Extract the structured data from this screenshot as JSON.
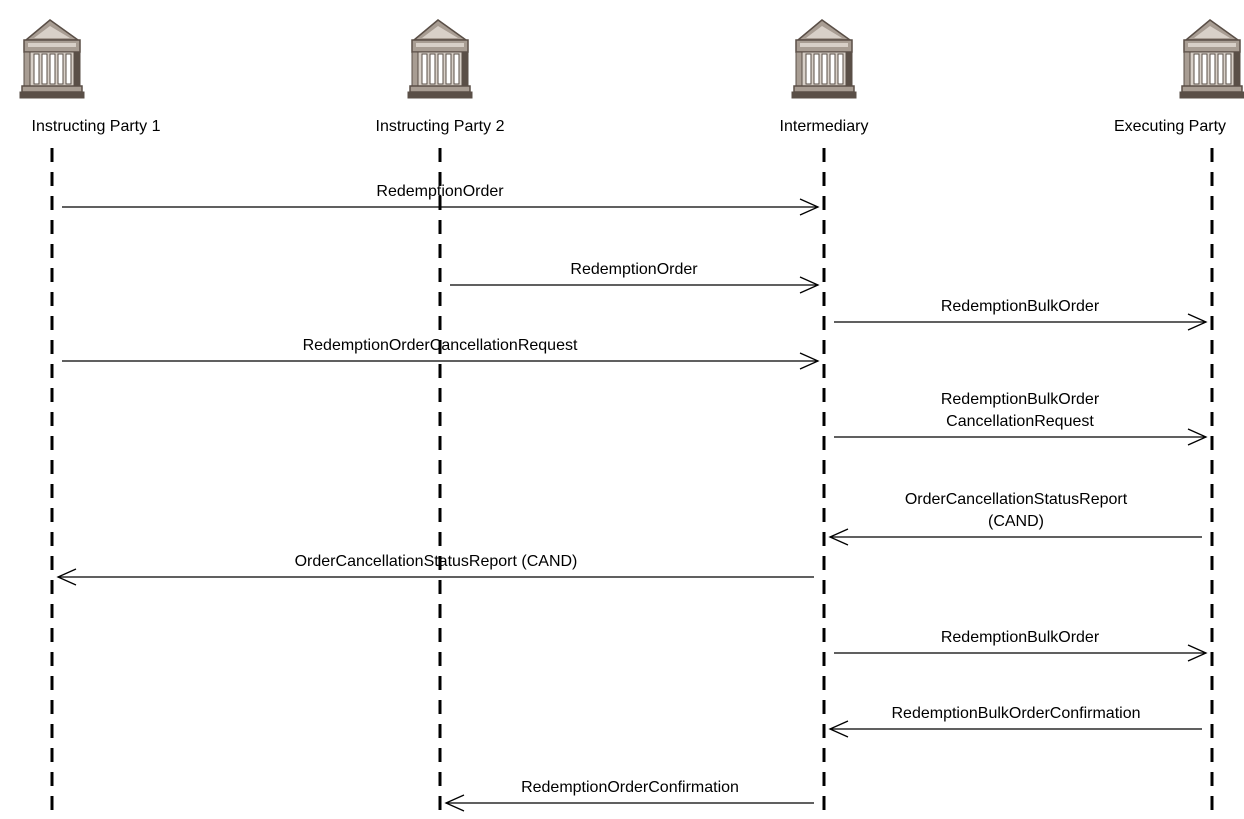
{
  "participants": [
    {
      "id": "ip1",
      "label": "Instructing Party 1",
      "icon": "bank-building-icon"
    },
    {
      "id": "ip2",
      "label": "Instructing Party 2",
      "icon": "bank-building-icon"
    },
    {
      "id": "int",
      "label": "Intermediary",
      "icon": "bank-building-icon"
    },
    {
      "id": "ep",
      "label": "Executing Party",
      "icon": "bank-building-icon"
    }
  ],
  "messages": [
    {
      "from": "ip1",
      "to": "int",
      "lines": [
        "RedemptionOrder"
      ]
    },
    {
      "from": "ip2",
      "to": "int",
      "lines": [
        "RedemptionOrder"
      ]
    },
    {
      "from": "int",
      "to": "ep",
      "lines": [
        "RedemptionBulkOrder"
      ]
    },
    {
      "from": "ip1",
      "to": "int",
      "lines": [
        "RedemptionOrderCancellationRequest"
      ]
    },
    {
      "from": "int",
      "to": "ep",
      "lines": [
        "RedemptionBulkOrder",
        "CancellationRequest"
      ]
    },
    {
      "from": "ep",
      "to": "int",
      "lines": [
        "OrderCancellationStatusReport",
        "(CAND)"
      ]
    },
    {
      "from": "int",
      "to": "ip1",
      "lines": [
        "OrderCancellationStatusReport (CAND)"
      ]
    },
    {
      "from": "int",
      "to": "ep",
      "lines": [
        "RedemptionBulkOrder"
      ]
    },
    {
      "from": "ep",
      "to": "int",
      "lines": [
        "RedemptionBulkOrderConfirmation"
      ]
    },
    {
      "from": "int",
      "to": "ip2",
      "lines": [
        "RedemptionOrderConfirmation"
      ]
    }
  ],
  "colors": {
    "icon_fill": "#a89d93",
    "icon_dark": "#5a4f47",
    "icon_light": "#d8d0c8",
    "line": "#000000"
  }
}
